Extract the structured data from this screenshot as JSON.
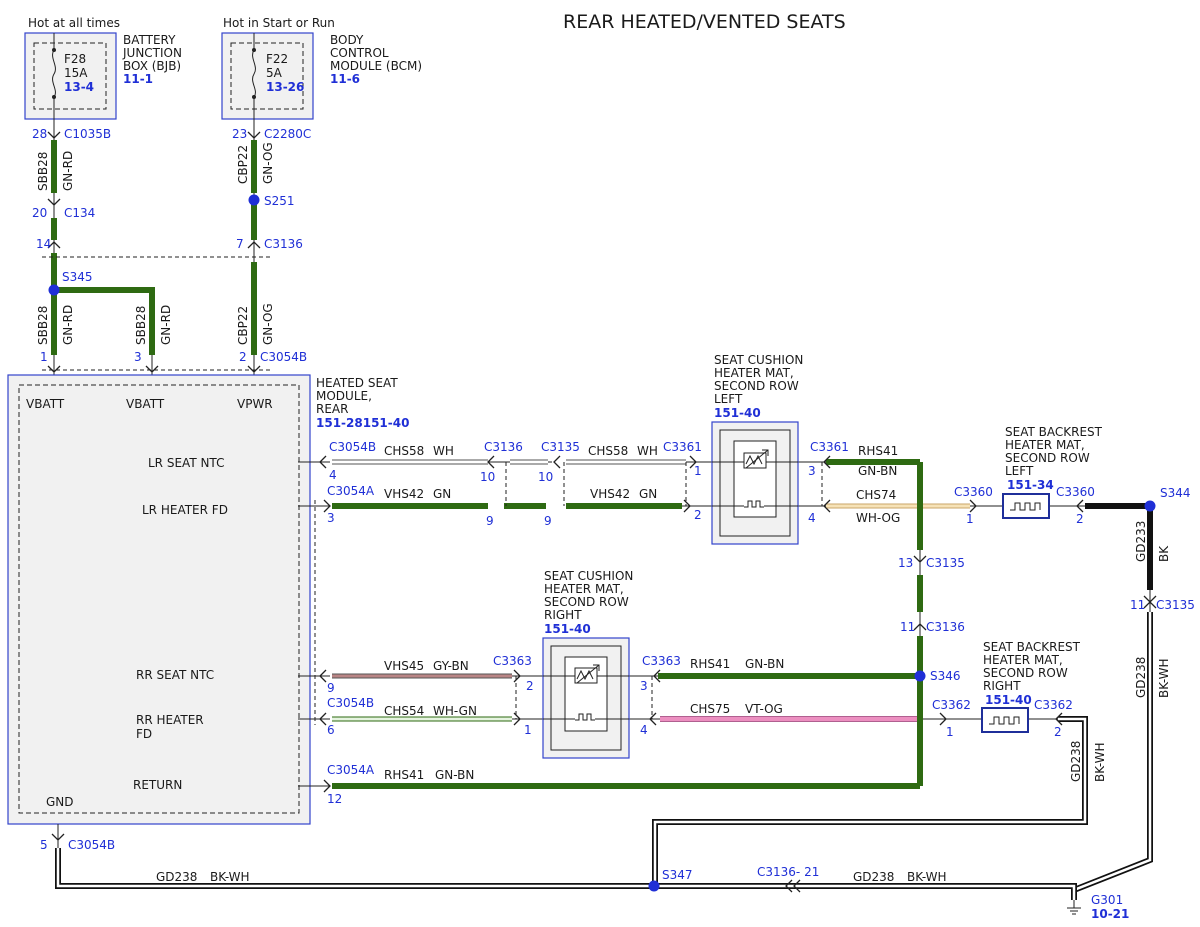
{
  "title": "REAR HEATED/VENTED SEATS",
  "colors": {
    "gn_rd": "#2e6a12",
    "gn_og": "#2e6a12",
    "gn_bn": "#2e6a12",
    "gn": "#2e6a12",
    "bk": "#111111",
    "wh": "#ffffff",
    "gy_bn": "#b98585",
    "wh_gn": "#e6f4e0",
    "vt_og": "#ec8fc0",
    "wh_og": "#f6e2b7",
    "connector_blue": "#1f2fd6",
    "box_fill": "#f1f1f1",
    "box_border": "#3344cc"
  },
  "power": {
    "bjb": {
      "hot_label": "Hot at all times",
      "name": [
        "BATTERY",
        "JUNCTION",
        "BOX (BJB)"
      ],
      "ref": "11-1",
      "fuse": "F28",
      "amps": "15A",
      "fuse_ref": "13-4"
    },
    "bcm": {
      "hot_label": "Hot in Start or Run",
      "name": [
        "BODY",
        "CONTROL",
        "MODULE (BCM)"
      ],
      "ref": "11-6",
      "fuse": "F22",
      "amps": "5A",
      "fuse_ref": "13-26"
    }
  },
  "connectors": {
    "c1035b": {
      "pin": "28",
      "name": "C1035B"
    },
    "c2280c": {
      "pin": "23",
      "name": "C2280C"
    },
    "c134": {
      "pin": "20",
      "name": "C134"
    },
    "c3136_14": {
      "pin": "14"
    },
    "c3136_7": {
      "pin": "7",
      "name": "C3136"
    },
    "c3054b_top": {
      "pin1": "1",
      "pin3": "3",
      "pin2": "2",
      "name": "C3054B"
    },
    "c3054b_gnd": {
      "pin": "5",
      "name": "C3054B"
    }
  },
  "splices": {
    "s251": "S251",
    "s345": "S345",
    "s346": "S346",
    "s344": "S344",
    "s347": "S347"
  },
  "wires": {
    "sbb28": {
      "circuit": "SBB28",
      "color": "GN-RD"
    },
    "cbp22": {
      "circuit": "CBP22",
      "color": "GN-OG"
    },
    "chs58": {
      "circuit": "CHS58",
      "color": "WH"
    },
    "vhs42": {
      "circuit": "VHS42",
      "color": "GN"
    },
    "rhs41": {
      "circuit": "RHS41",
      "color": "GN-BN"
    },
    "chs74": {
      "circuit": "CHS74",
      "color": "WH-OG"
    },
    "gd233": {
      "circuit": "GD233",
      "color": "BK"
    },
    "gd238": {
      "circuit": "GD238",
      "color": "BK-WH"
    },
    "vhs45": {
      "circuit": "VHS45",
      "color": "GY-BN"
    },
    "chs54": {
      "circuit": "CHS54",
      "color": "WH-GN"
    },
    "chs75": {
      "circuit": "CHS75",
      "color": "VT-OG"
    }
  },
  "module": {
    "name": [
      "HEATED SEAT",
      "MODULE,",
      "REAR"
    ],
    "ref": "151-28151-40",
    "pins_top": [
      "VBATT",
      "VBATT",
      "VPWR"
    ],
    "labels": {
      "lr_ntc": "LR SEAT NTC",
      "lr_fd": "LR HEATER FD",
      "rr_ntc": "RR SEAT NTC",
      "rr_fd": [
        "RR HEATER",
        "FD"
      ],
      "ret": "RETURN",
      "gnd": "GND"
    }
  },
  "rows": {
    "lr_ntc": {
      "conn": "C3054B",
      "pin": "4",
      "c3136": "C3136",
      "c3136_pin": "10",
      "c3135": "C3135",
      "c3135_pin": "10",
      "c3361": "C3361",
      "c3361_pin": "1"
    },
    "lr_fd": {
      "conn": "C3054A",
      "pin": "3",
      "c3136_pin": "9",
      "c3135_pin": "9",
      "c3361_pin": "2"
    },
    "rr_ntc": {
      "pin": "9",
      "c3363": "C3363",
      "c3363_pin": "2"
    },
    "rr_fd": {
      "conn": "C3054B",
      "pin": "6",
      "c3363_pin": "1"
    },
    "ret": {
      "conn": "C3054A",
      "pin": "12"
    }
  },
  "left_cushion": {
    "name": [
      "SEAT CUSHION",
      "HEATER MAT,",
      "SECOND ROW",
      "LEFT"
    ],
    "ref": "151-40",
    "conn": "C3361",
    "pin3": "3",
    "pin4": "4"
  },
  "right_cushion": {
    "name": [
      "SEAT CUSHION",
      "HEATER MAT,",
      "SECOND ROW",
      "RIGHT"
    ],
    "ref": "151-40",
    "conn": "C3363",
    "pin3": "3",
    "pin4": "4"
  },
  "left_backrest": {
    "name": [
      "SEAT BACKREST",
      "HEATER MAT,",
      "SECOND ROW",
      "LEFT"
    ],
    "ref": "151-34",
    "conn_a": "C3360",
    "pin_a": "1",
    "conn_b": "C3360",
    "pin_b": "2"
  },
  "right_backrest": {
    "name": [
      "SEAT BACKREST",
      "HEATER MAT,",
      "SECOND ROW",
      "RIGHT"
    ],
    "ref": "151-40",
    "conn_a": "C3362",
    "pin_a": "1",
    "conn_b": "C3362",
    "pin_b": "2"
  },
  "c3135_13": {
    "pin": "13",
    "name": "C3135"
  },
  "c3136_11": {
    "pin": "11",
    "name": "C3136"
  },
  "c3135_11": {
    "pin": "11",
    "name": "C3135"
  },
  "inline_c3136_21": "C3136- 21",
  "ground": {
    "name": "G301",
    "ref": "10-21"
  }
}
